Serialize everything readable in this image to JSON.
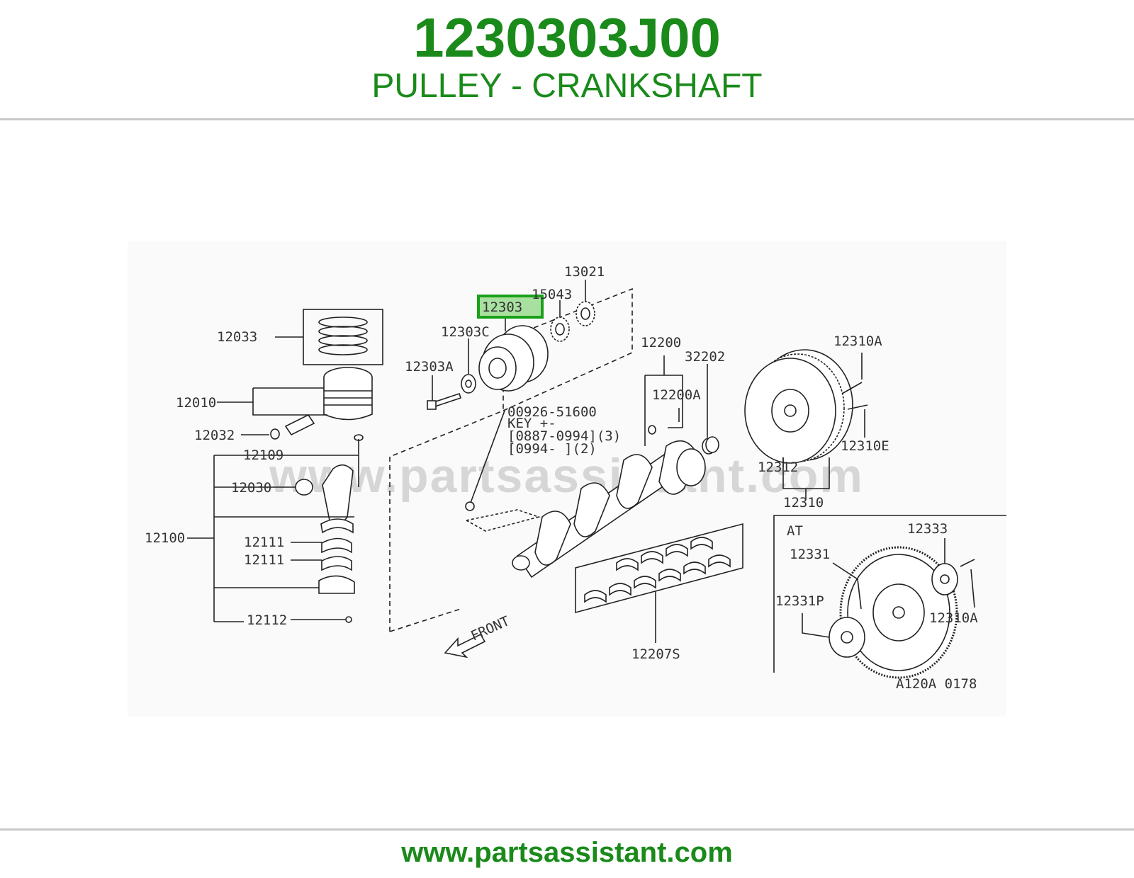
{
  "header": {
    "part_number": "1230303J00",
    "part_name": "PULLEY - CRANKSHAFT"
  },
  "footer": {
    "url": "www.partsassistant.com"
  },
  "diagram": {
    "watermark": "www.partsassistant.com",
    "highlighted_label": "12303",
    "diagram_code": "A120A 0178",
    "front_label": "FRONT",
    "at_label": "AT",
    "key_note": {
      "line1": "00926-51600",
      "line2": "KEY  +-",
      "line3": "[0887-0994](3)",
      "line4": "[0994-    ](2)"
    },
    "labels": {
      "l12033": "12033",
      "l12010": "12010",
      "l12032": "12032",
      "l12109": "12109",
      "l12030": "12030",
      "l12100": "12100",
      "l12111a": "12111",
      "l12111b": "12111",
      "l12112": "12112",
      "l12303A": "12303A",
      "l12303C": "12303C",
      "l15043": "15043",
      "l13021": "13021",
      "l12200": "12200",
      "l12200A": "12200A",
      "l32202": "32202",
      "l12310A": "12310A",
      "l12310E": "12310E",
      "l12312": "12312",
      "l12310": "12310",
      "l12207S": "12207S",
      "l12333": "12333",
      "l12331": "12331",
      "l12331P": "12331P",
      "l12310A2": "12310A"
    }
  }
}
